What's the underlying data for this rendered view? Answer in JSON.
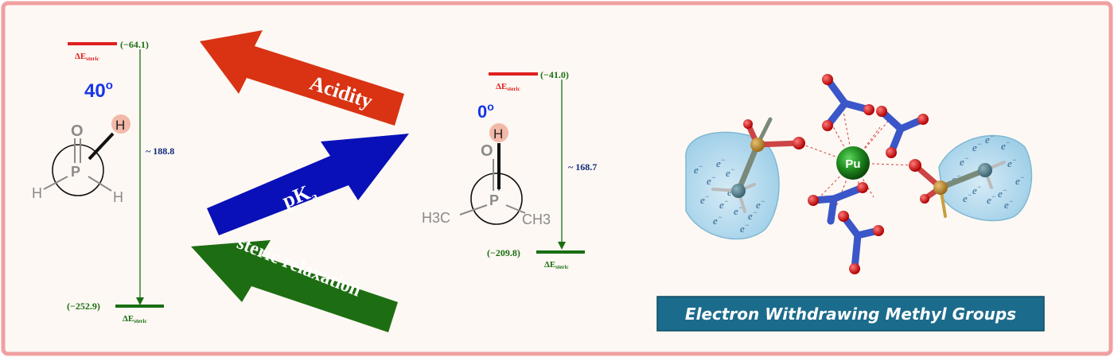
{
  "left_diagram": {
    "angle": "40",
    "deg_symbol": "o",
    "top_value": "(−64.1)",
    "bottom_value": "(−252.9)",
    "difference": "~ 188.8",
    "delta_label": "ΔE",
    "delta_sub": "steric",
    "atoms": {
      "p": "P",
      "o": "O",
      "h_top": "H",
      "h_left": "H",
      "h_right": "H"
    }
  },
  "right_diagram": {
    "angle": "0",
    "deg_symbol": "o",
    "top_value": "(−41.0)",
    "bottom_value": "(−209.8)",
    "difference": "~ 168.7",
    "delta_label": "ΔE",
    "delta_sub": "steric",
    "atoms": {
      "p": "P",
      "o": "O",
      "h_top": "H",
      "methyl_left": "H3C",
      "methyl_right": "CH3"
    }
  },
  "arrows": {
    "acidity": "Acidity",
    "pka_main": "pK",
    "pka_sub": "a",
    "steric": "steric relaxation"
  },
  "molecule": {
    "metal": "Pu",
    "electron": "e",
    "electron_charge": "−"
  },
  "banner": "Electron Withdrawing Methyl Groups",
  "colors": {
    "frame": "#f0a0a0",
    "panel": "#fdf8f3",
    "red_level": "#e02020",
    "green_level": "#1a6e12",
    "acidity_arrow": "#d93314",
    "pka_arrow": "#0a10b8",
    "steric_arrow": "#1d6e12",
    "angle_text": "#1736e6",
    "diff_text": "#102a7a",
    "banner_bg": "#1b6b8c"
  }
}
